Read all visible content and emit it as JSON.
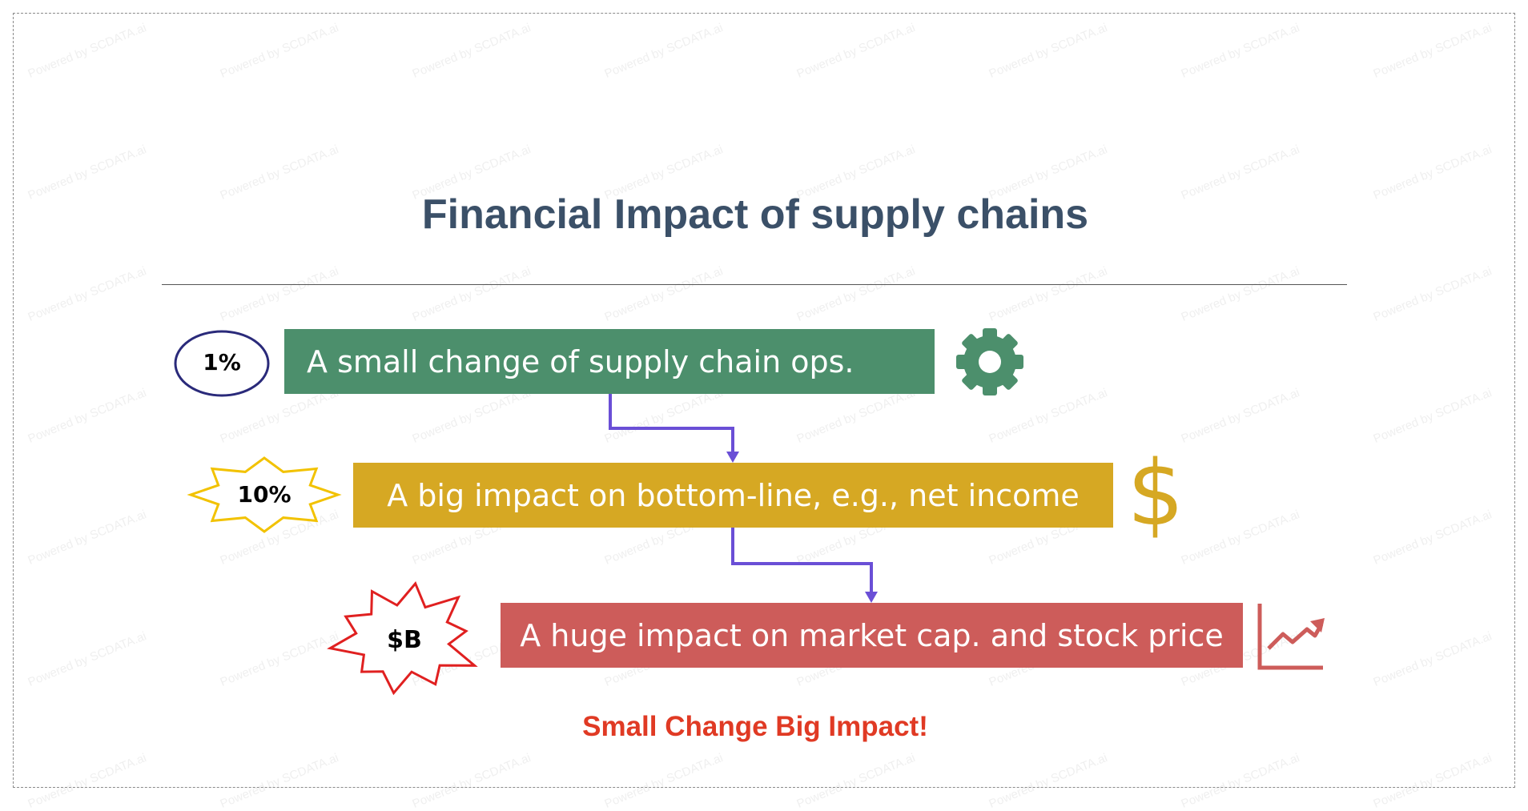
{
  "title": "Financial Impact of supply chains",
  "steps": [
    {
      "badge": "1%",
      "label": "A small change of supply chain ops.",
      "color": "#4c8f6c",
      "icon": "gear-icon"
    },
    {
      "badge": "10%",
      "label": "A big impact on bottom-line, e.g., net income",
      "color": "#d6a823",
      "icon": "dollar-icon"
    },
    {
      "badge": "$B",
      "label": "A huge impact on market cap. and stock price",
      "color": "#cd5c5a",
      "icon": "trending-up-chart-icon"
    }
  ],
  "tagline": "Small Change Big Impact!",
  "watermark": "Powered by SCDATA.ai",
  "colors": {
    "title": "#3b5068",
    "connector": "#6a4fd6",
    "badge_circle": "#2a2a7a",
    "badge_star": "#f2c200",
    "badge_burst": "#e02020",
    "tagline": "#e03a24"
  }
}
